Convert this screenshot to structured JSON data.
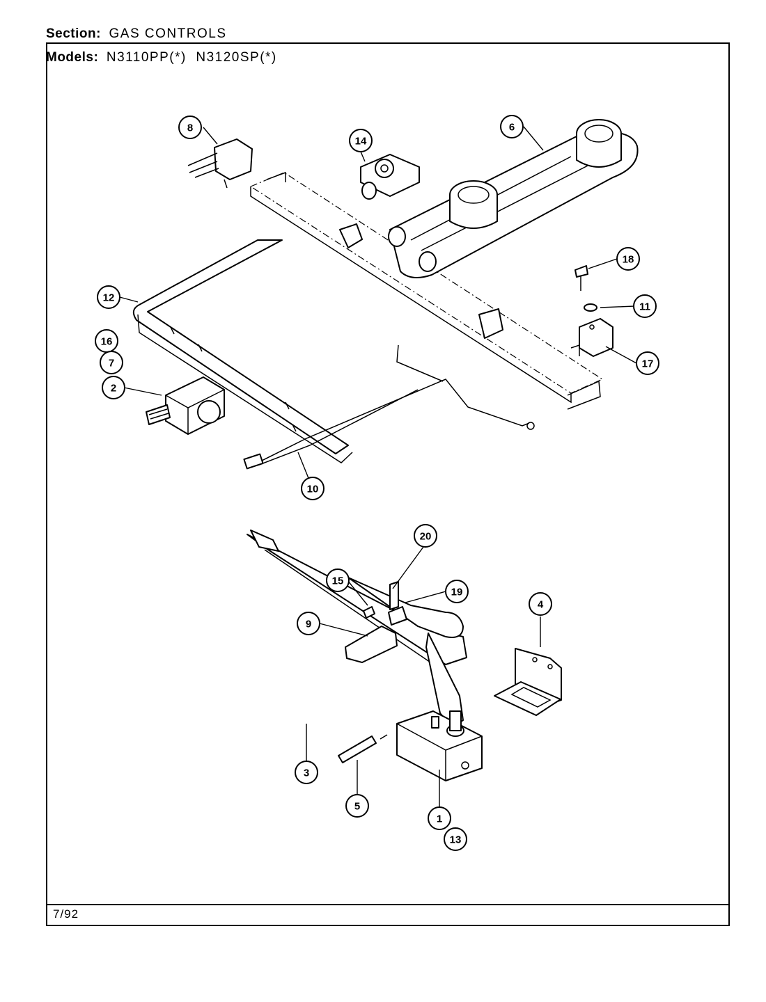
{
  "header": {
    "section_label": "Section:",
    "section_value": "GAS CONTROLS",
    "models_label": "Models:",
    "models_value": "N3110PP(*)  N3120SP(*)"
  },
  "footer": {
    "date": "7/92"
  },
  "callouts": {
    "c1": "1",
    "c2": "2",
    "c3": "3",
    "c4": "4",
    "c5": "5",
    "c6": "6",
    "c7": "7",
    "c8": "8",
    "c9": "9",
    "c10": "10",
    "c11": "11",
    "c12": "12",
    "c13": "13",
    "c14": "14",
    "c15": "15",
    "c16": "16",
    "c17": "17",
    "c18": "18",
    "c19": "19",
    "c20": "20"
  }
}
